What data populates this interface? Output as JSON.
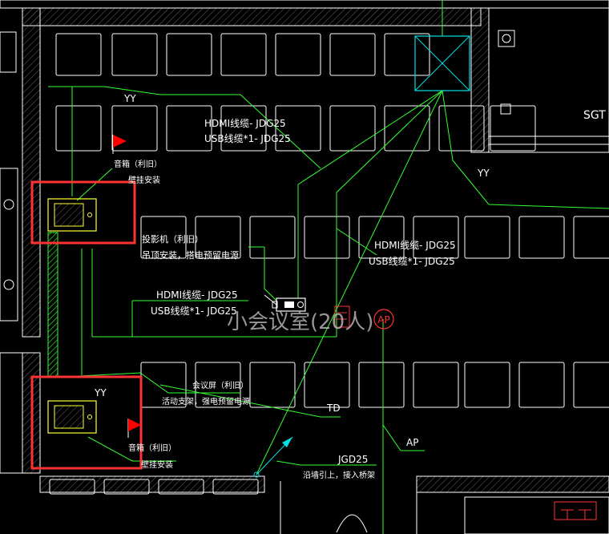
{
  "colors": {
    "background": "#000000",
    "wall": "#ffffff",
    "grid": "#ffffff",
    "wiring": "#33ff33",
    "wiring_text": "#ffffff",
    "highlight": "#ff3333",
    "speaker": "#ffff33",
    "flag": "#ff0000",
    "ap": "#ff3333",
    "cyan": "#00e0e0",
    "room_label": "#bbbbbb"
  },
  "labels": {
    "yy_top": "YY",
    "yy_right": "YY",
    "yy_bottom": "YY",
    "cable_top_1": "HDMI线缆- JDG25",
    "cable_top_2": "USB线缆*1- JDG25",
    "cable_right_1": "HDMI线缆- JDG25",
    "cable_right_2": "USB线缆*1- JDG25",
    "cable_left_1": "HDMI线缆- JDG25",
    "cable_left_2": "USB线缆*1- JDG25",
    "speaker_top_1": "音箱（利旧）",
    "speaker_top_2": "壁挂安装",
    "speaker_bottom_1": "音箱（利旧）",
    "speaker_bottom_2": "壁挂安装",
    "projector_1": "投影机（利旧）",
    "projector_2": "吊顶安装，搭电预留电源",
    "screen_1": "会议屏（利旧）",
    "screen_2": "活动支架，强电预留电源",
    "room": "小会议室(20人)",
    "td": "TD",
    "ap_tag": "AP",
    "ap_label": "AP",
    "jgd": "JGD25",
    "jgd_note": "沿墙引上，接入桥架",
    "sgt": "SGT"
  }
}
